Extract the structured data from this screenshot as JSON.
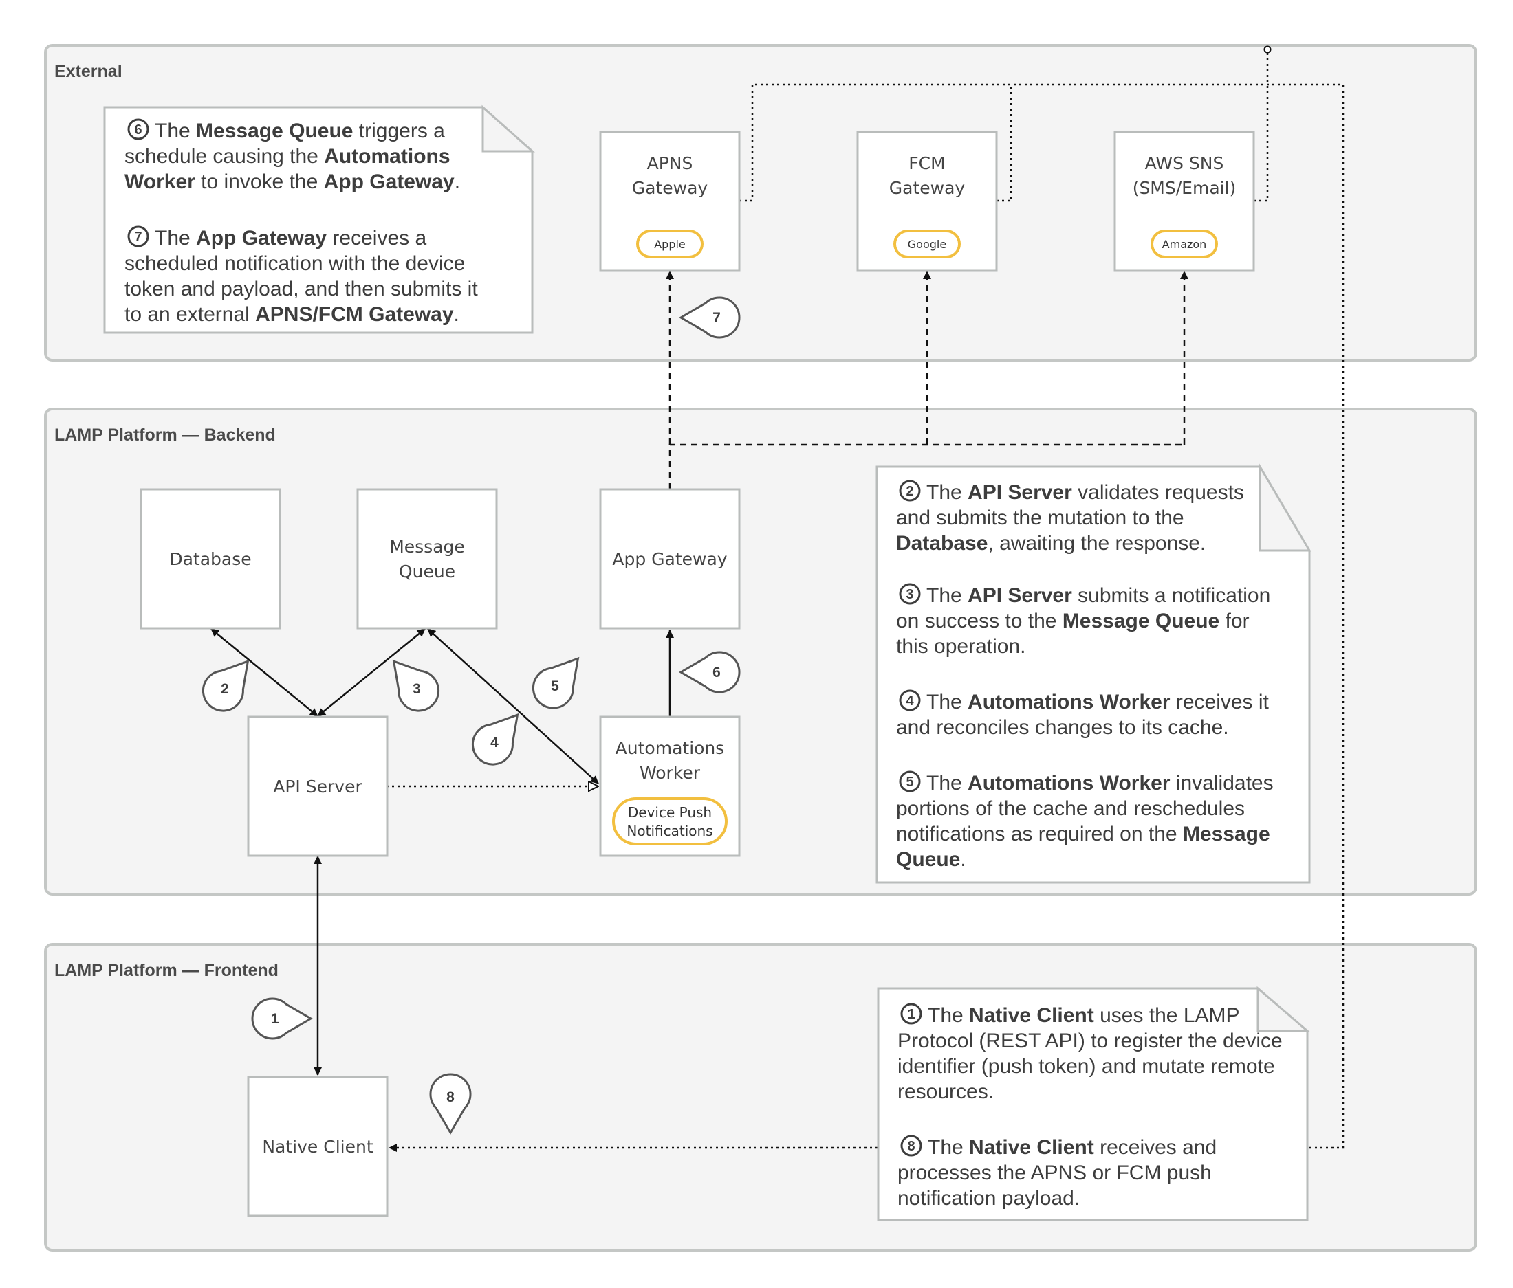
{
  "regions": {
    "external": "External",
    "backend": "LAMP Platform — Backend",
    "frontend": "LAMP Platform — Frontend"
  },
  "nodes": {
    "apns": {
      "line1": "APNS",
      "line2": "Gateway",
      "tag": "Apple"
    },
    "fcm": {
      "line1": "FCM",
      "line2": "Gateway",
      "tag": "Google"
    },
    "sns": {
      "line1": "AWS SNS",
      "line2": "(SMS/Email)",
      "tag": "Amazon"
    },
    "database": "Database",
    "message_queue": {
      "line1": "Message",
      "line2": "Queue"
    },
    "app_gateway": "App Gateway",
    "api_server": "API Server",
    "automations": {
      "line1": "Automations",
      "line2": "Worker",
      "tag1": "Device Push",
      "tag2": "Notifications"
    },
    "native_client": "Native Client"
  },
  "step_markers": [
    "1",
    "2",
    "3",
    "4",
    "5",
    "6",
    "7",
    "8"
  ],
  "notes": {
    "external": {
      "s6": {
        "n": "6",
        "t1": " The ",
        "b1": "Message Queue",
        "t2": " triggers a",
        "t3": "schedule causing the ",
        "b2": "Automations",
        "b3": "Worker",
        "t4": " to invoke the ",
        "b4": "App Gateway",
        "t5": "."
      },
      "s7": {
        "n": "7",
        "t1": " The ",
        "b1": "App Gateway",
        "t2": " receives a",
        "t3": "scheduled notification with the device",
        "t4": "token and payload, and then submits it",
        "t5": "to an external ",
        "b2": "APNS/FCM Gateway",
        "t6": "."
      }
    },
    "backend": {
      "s2": {
        "n": "2",
        "t1": " The ",
        "b1": "API Server",
        "t2": " validates requests",
        "t3": "and submits the mutation to the",
        "b2": "Database",
        "t4": ", awaiting the response."
      },
      "s3": {
        "n": "3",
        "t1": " The ",
        "b1": "API Server",
        "t2": " submits a notification",
        "t3": "on success to the ",
        "b2": "Message Queue",
        "t4": " for",
        "t5": "this operation."
      },
      "s4": {
        "n": "4",
        "t1": " The ",
        "b1": "Automations Worker",
        "t2": " receives it",
        "t3": "and reconciles changes to its cache."
      },
      "s5": {
        "n": "5",
        "t1": " The ",
        "b1": "Automations Worker",
        "t2": " invalidates",
        "t3": "portions of the cache and reschedules",
        "t4": "notifications as required on the ",
        "b2": "Message",
        "b3": "Queue",
        "t5": "."
      }
    },
    "frontend": {
      "s1": {
        "n": "1",
        "t1": " The ",
        "b1": "Native Client",
        "t2": " uses the LAMP",
        "t3": "Protocol (REST API) to register the device",
        "t4": "identifier (push token) and mutate remote",
        "t5": "resources."
      },
      "s8": {
        "n": "8",
        "t1": " The ",
        "b1": "Native Client",
        "t2": " receives and",
        "t3": "processes the APNS or FCM push",
        "t4": "notification payload."
      }
    }
  }
}
